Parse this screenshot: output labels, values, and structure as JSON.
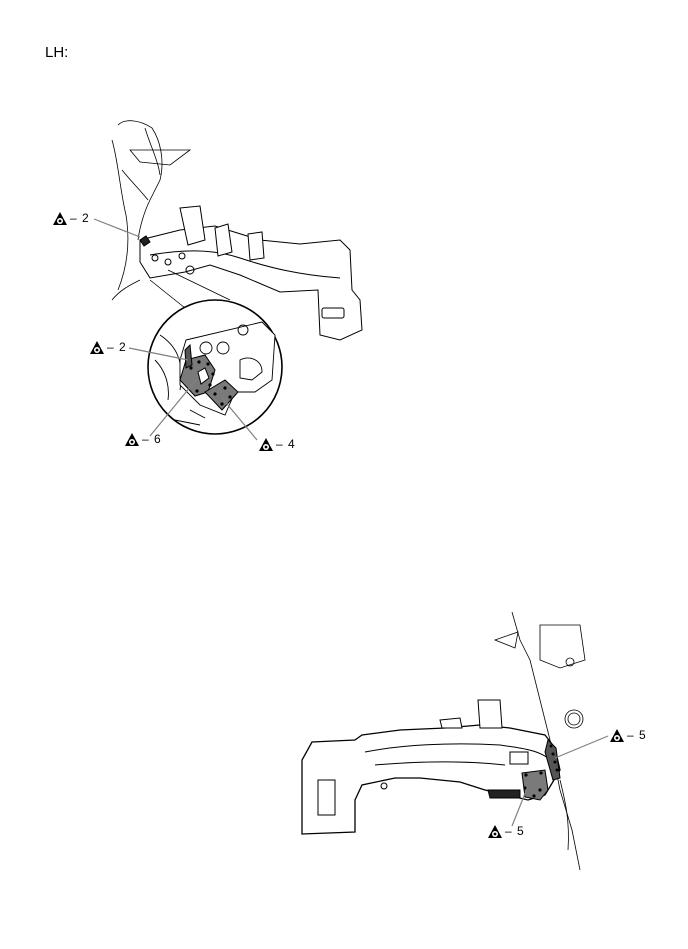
{
  "page": {
    "heading": "LH:"
  },
  "symbol": {
    "icon": "spot-weld-triangle-icon",
    "meaning": "weld point count"
  },
  "figures": [
    {
      "id": "upper",
      "description": "Front side member LH with enlarged inset",
      "callouts": [
        {
          "symbol": "spot-weld-triangle-icon",
          "label": "– 2"
        },
        {
          "symbol": "spot-weld-triangle-icon",
          "label": "– 2"
        },
        {
          "symbol": "spot-weld-triangle-icon",
          "label": "– 6"
        },
        {
          "symbol": "spot-weld-triangle-icon",
          "label": "– 4"
        }
      ]
    },
    {
      "id": "lower",
      "description": "Front side member LH underside view",
      "callouts": [
        {
          "symbol": "spot-weld-triangle-icon",
          "label": "– 5"
        },
        {
          "symbol": "spot-weld-triangle-icon",
          "label": "– 5"
        }
      ]
    }
  ],
  "colors": {
    "line": "#000000",
    "weld_area": "#7a7a7a",
    "leader": "#808080",
    "background": "#ffffff"
  }
}
